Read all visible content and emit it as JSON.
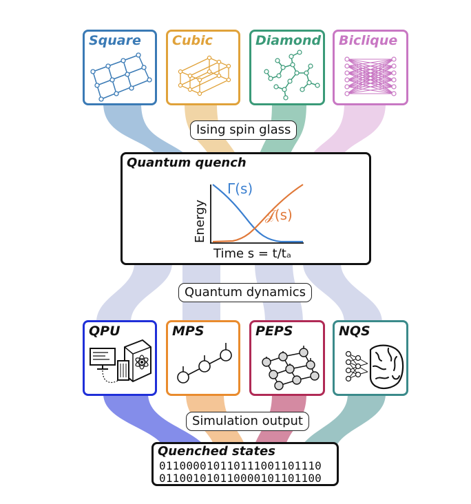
{
  "colors": {
    "square": "#3a7ab5",
    "cubic": "#e0a23a",
    "diamond": "#3a9a78",
    "biclique": "#c877c3",
    "qpu": "#1f2fd8",
    "mps": "#e98b2d",
    "peps": "#b02a55",
    "nqs": "#3a8a8a",
    "dynamics_flow": "#b9bfe0",
    "gamma_curve": "#3a7fd0",
    "j_curve": "#e07838"
  },
  "lattices": [
    {
      "title": "Square"
    },
    {
      "title": "Cubic"
    },
    {
      "title": "Diamond"
    },
    {
      "title": "Biclique"
    }
  ],
  "labels": {
    "spin_glass": "Ising spin glass",
    "dynamics": "Quantum dynamics",
    "simulation": "Simulation output"
  },
  "quench": {
    "title": "Quantum quench",
    "ylabel": "Energy",
    "gamma": "Γ(s)",
    "j": "𝒥(s)",
    "xlabel": "Time s = t/tₐ"
  },
  "methods": [
    {
      "title": "QPU"
    },
    {
      "title": "MPS"
    },
    {
      "title": "PEPS"
    },
    {
      "title": "NQS"
    }
  ],
  "states": {
    "title": "Quenched states",
    "line1": "011000010110111001101110",
    "line2": "011001010110000101101100"
  }
}
